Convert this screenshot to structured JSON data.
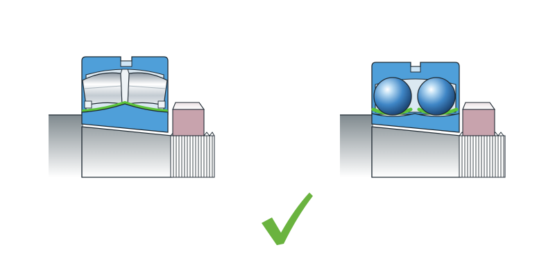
{
  "colors": {
    "background": "#ffffff",
    "ring_blue": "#4f9fd9",
    "ring_light": "#cfe6f6",
    "outline": "#1f2a33",
    "grease_green": "#5cc33a",
    "lock_nut_pink": "#c8a3ad",
    "lock_nut_top": "#e8dde0",
    "check_green": "#6ab33f",
    "shaft_dark": "#808a8f",
    "shaft_light": "#ffffff"
  },
  "panels": [
    {
      "id": "spherical-roller-bearing",
      "rolling_element": "roller",
      "rows": 2
    },
    {
      "id": "self-aligning-ball-bearing",
      "rolling_element": "ball",
      "rows": 2
    }
  ],
  "indicator": {
    "icon": "checkmark-icon",
    "meaning": "correct"
  }
}
